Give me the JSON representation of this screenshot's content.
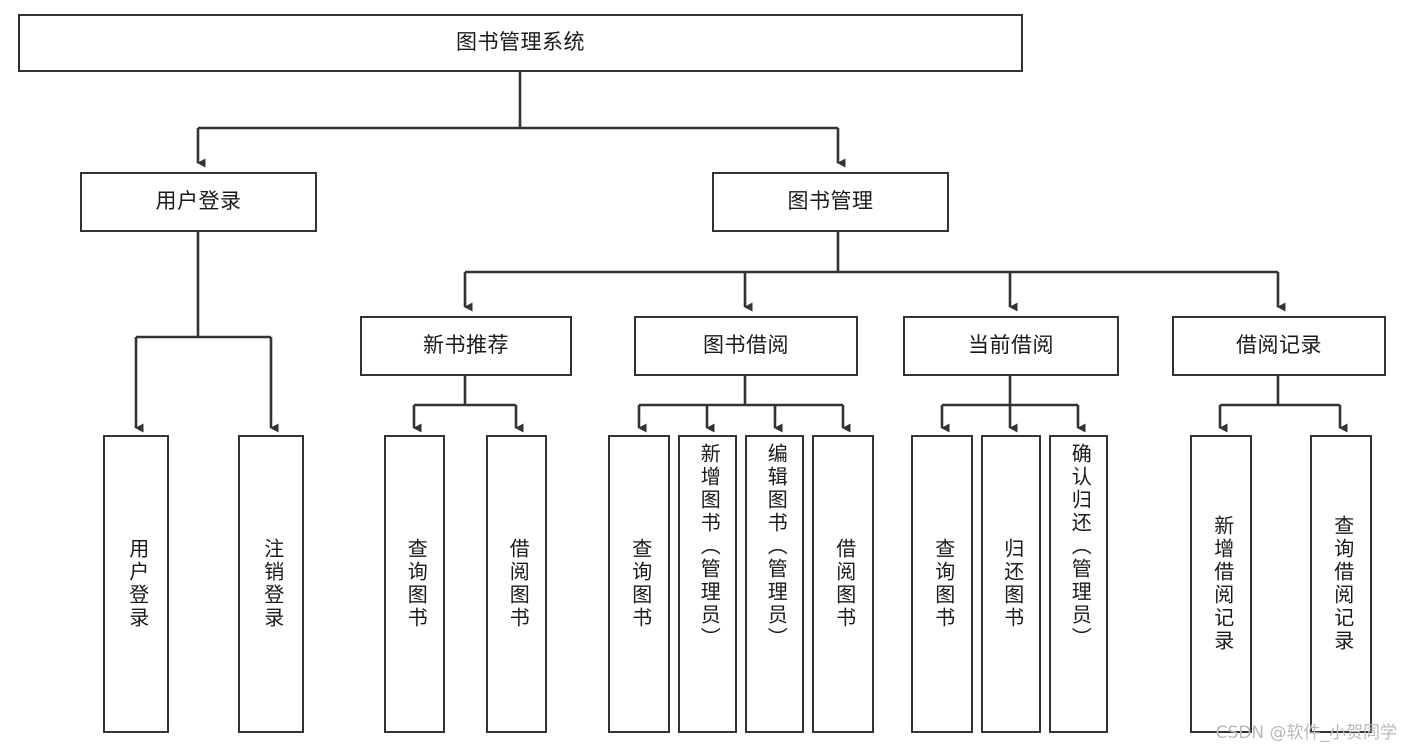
{
  "diagram": {
    "type": "tree-hierarchy",
    "title": "图书管理系统",
    "orientation": "top-down",
    "watermark": "CSDN @软件_小贺同学",
    "colors": {
      "background": "#ffffff",
      "box_border": "#333333",
      "box_fill": "#ffffff",
      "connector": "#333333",
      "text": "#1a1a1a",
      "watermark": "#b9b9b9"
    },
    "root": {
      "id": "root",
      "label": "图书管理系统",
      "level": 0
    },
    "level1": [
      {
        "id": "user-login",
        "label": "用户登录",
        "level": 1
      },
      {
        "id": "book-management",
        "label": "图书管理",
        "level": 1
      }
    ],
    "level2": [
      {
        "id": "new-book-recommend",
        "label": "新书推荐",
        "level": 2,
        "parent": "book-management"
      },
      {
        "id": "book-borrow",
        "label": "图书借阅",
        "level": 2,
        "parent": "book-management"
      },
      {
        "id": "current-borrow",
        "label": "当前借阅",
        "level": 2,
        "parent": "book-management"
      },
      {
        "id": "borrow-record",
        "label": "借阅记录",
        "level": 2,
        "parent": "book-management"
      }
    ],
    "leaves": [
      {
        "id": "leaf-user-login",
        "label": "用户登录",
        "parent": "user-login"
      },
      {
        "id": "leaf-logout-login",
        "label": "注销登录",
        "parent": "user-login"
      },
      {
        "id": "leaf-query-book-1",
        "label": "查询图书",
        "parent": "new-book-recommend"
      },
      {
        "id": "leaf-borrow-book-1",
        "label": "借阅图书",
        "parent": "new-book-recommend"
      },
      {
        "id": "leaf-query-book-2",
        "label": "查询图书",
        "parent": "book-borrow"
      },
      {
        "id": "leaf-add-book",
        "label": "新增图书（管理员）",
        "parent": "book-borrow"
      },
      {
        "id": "leaf-edit-book",
        "label": "编辑图书（管理员）",
        "parent": "book-borrow"
      },
      {
        "id": "leaf-borrow-book-2",
        "label": "借阅图书",
        "parent": "book-borrow"
      },
      {
        "id": "leaf-query-book-3",
        "label": "查询图书",
        "parent": "current-borrow"
      },
      {
        "id": "leaf-return-book",
        "label": "归还图书",
        "parent": "current-borrow"
      },
      {
        "id": "leaf-confirm-return",
        "label": "确认归还（管理员）",
        "parent": "current-borrow"
      },
      {
        "id": "leaf-add-record",
        "label": "新增借阅记录",
        "parent": "borrow-record"
      },
      {
        "id": "leaf-query-record",
        "label": "查询借阅记录",
        "parent": "borrow-record"
      }
    ]
  }
}
